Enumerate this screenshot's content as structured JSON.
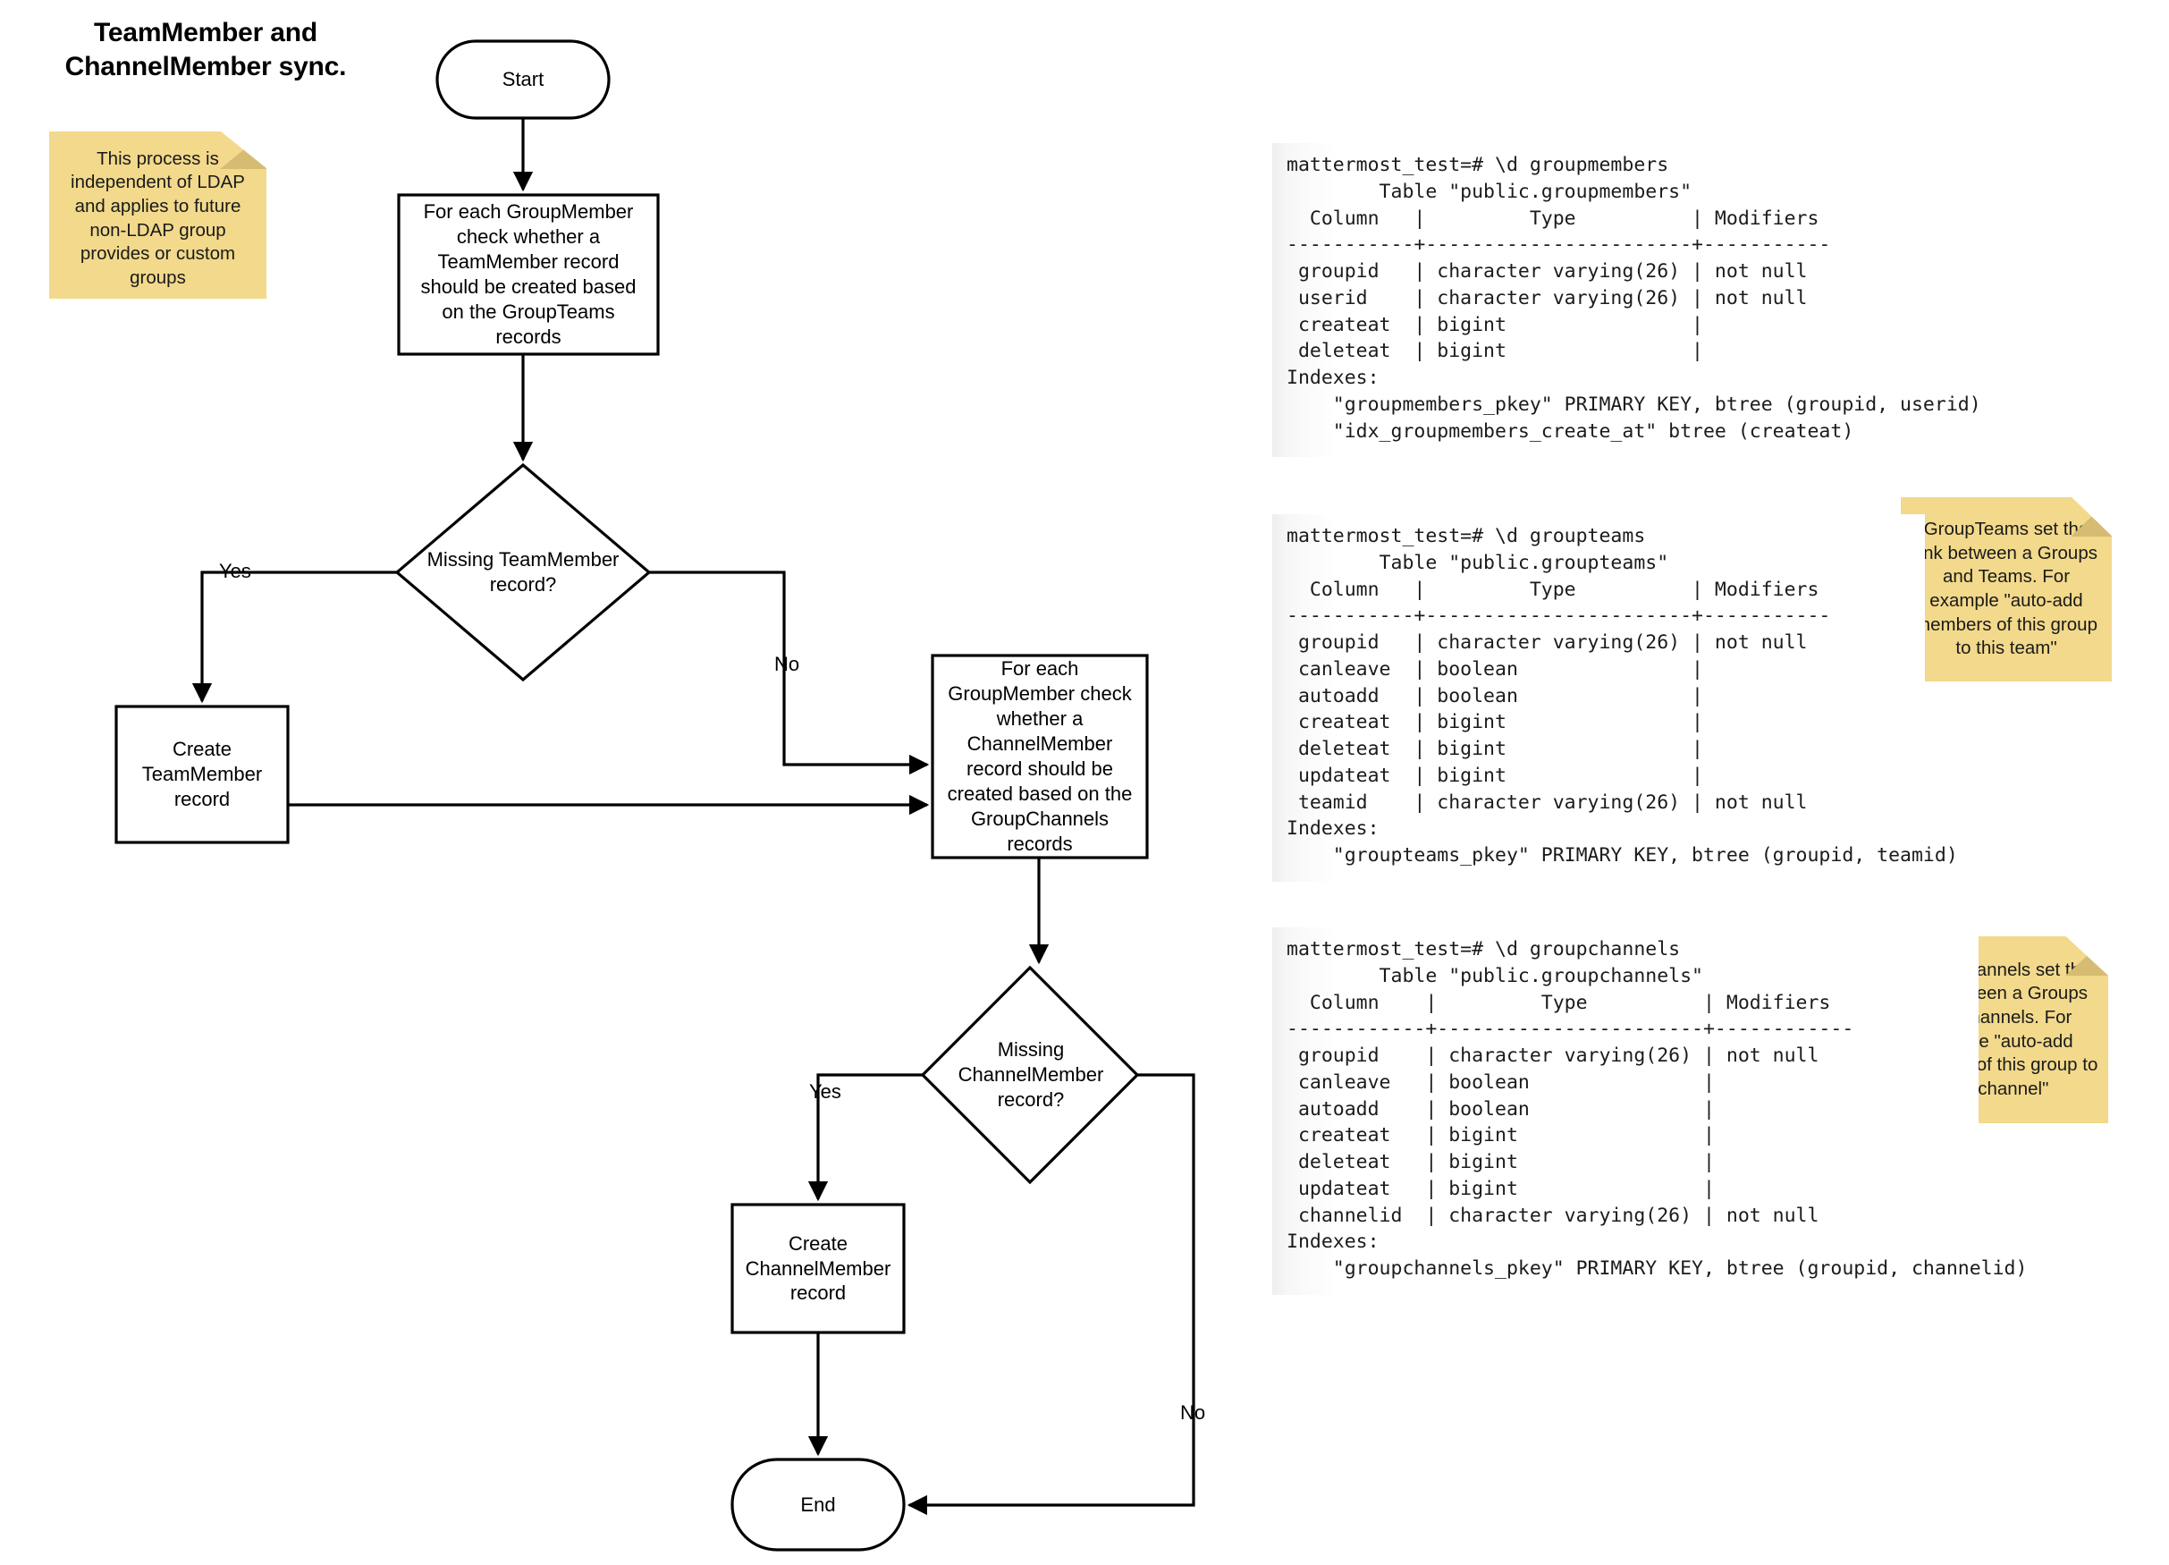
{
  "title": "TeamMember and\nChannelMember sync.",
  "title_lines": [
    "TeamMember and",
    "ChannelMember sync."
  ],
  "notes": {
    "ldap": "This process is independent of LDAP and applies to future non-LDAP group provides or custom groups",
    "groupteams": "GroupTeams set the link between a Groups and Teams. For example \"auto-add members of this group to this team\"",
    "groupchannels": "GroupChannels set the link between a Groups and Channels. For example \"auto-add members of this group to this channel\""
  },
  "flowchart": {
    "nodes": {
      "start": "Start",
      "process_teammember": "For each GroupMember check whether a TeamMember record should be created based on the GroupTeams records",
      "decision_teammember": "Missing TeamMember record?",
      "create_teammember": "Create TeamMember record",
      "process_channelmember": "For each GroupMember check whether a ChannelMember record should be created based on the GroupChannels records",
      "decision_channelmember": "Missing ChannelMember record?",
      "create_channelmember": "Create ChannelMember record",
      "end": "End"
    },
    "edge_labels": {
      "yes_teammember": "Yes",
      "no_teammember": "No",
      "yes_channelmember": "Yes",
      "no_channelmember": "No"
    }
  },
  "terminals": {
    "groupmembers": "mattermost_test=# \\d groupmembers\n        Table \"public.groupmembers\"\n  Column   |         Type          | Modifiers\n-----------+-----------------------+-----------\n groupid   | character varying(26) | not null\n userid    | character varying(26) | not null\n createat  | bigint                |\n deleteat  | bigint                |\nIndexes:\n    \"groupmembers_pkey\" PRIMARY KEY, btree (groupid, userid)\n    \"idx_groupmembers_create_at\" btree (createat)",
    "groupteams": "mattermost_test=# \\d groupteams\n        Table \"public.groupteams\"\n  Column   |         Type          | Modifiers\n-----------+-----------------------+-----------\n groupid   | character varying(26) | not null\n canleave  | boolean               |\n autoadd   | boolean               |\n createat  | bigint                |\n deleteat  | bigint                |\n updateat  | bigint                |\n teamid    | character varying(26) | not null\nIndexes:\n    \"groupteams_pkey\" PRIMARY KEY, btree (groupid, teamid)",
    "groupchannels": "mattermost_test=# \\d groupchannels\n        Table \"public.groupchannels\"\n  Column    |         Type          | Modifiers\n------------+-----------------------+------------\n groupid    | character varying(26) | not null\n canleave   | boolean               |\n autoadd    | boolean               |\n createat   | bigint                |\n deleteat   | bigint                |\n updateat   | bigint                |\n channelid  | character varying(26) | not null\nIndexes:\n    \"groupchannels_pkey\" PRIMARY KEY, btree (groupid, channelid)"
  },
  "colors": {
    "sticky": "#F2D98B",
    "sticky_fold": "#D5BC72",
    "stroke": "#000000",
    "background": "#FFFFFF"
  }
}
